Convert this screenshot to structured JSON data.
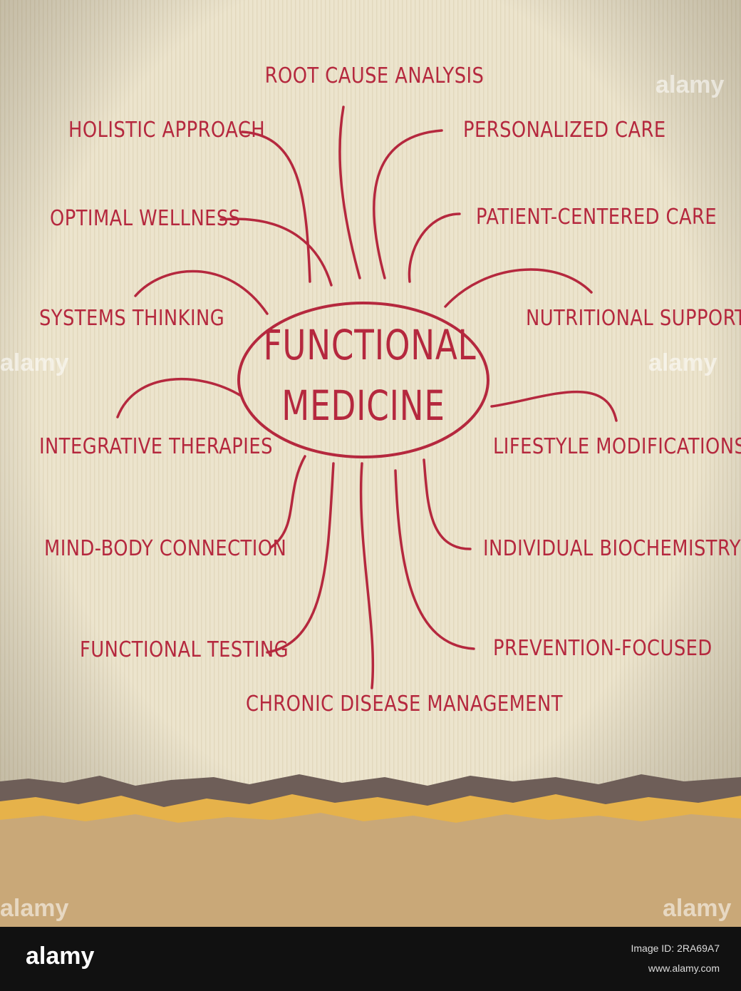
{
  "colors": {
    "ink": "#b5283e",
    "paper": "#eee6d0",
    "paper_edge_dark": "#6e5e58",
    "paper_edge_yellow": "#e6b24a",
    "paper_bottom": "#c9a878"
  },
  "diagram": {
    "center": {
      "line1": "FUNCTIONAL",
      "line2": "MEDICINE"
    },
    "terms": [
      "ROOT CAUSE ANALYSIS",
      "HOLISTIC APPROACH",
      "PERSONALIZED CARE",
      "OPTIMAL WELLNESS",
      "PATIENT-CENTERED CARE",
      "SYSTEMS THINKING",
      "NUTRITIONAL SUPPORT",
      "INTEGRATIVE THERAPIES",
      "LIFESTYLE MODIFICATIONS",
      "MIND-BODY CONNECTION",
      "INDIVIDUAL BIOCHEMISTRY",
      "FUNCTIONAL TESTING",
      "PREVENTION-FOCUSED",
      "CHRONIC DISEASE MANAGEMENT"
    ]
  },
  "watermark": {
    "text": "alamy"
  },
  "footer": {
    "logo": "alamy",
    "image_id_line": "Image ID: 2RA69A7",
    "url_line": "www.alamy.com"
  }
}
